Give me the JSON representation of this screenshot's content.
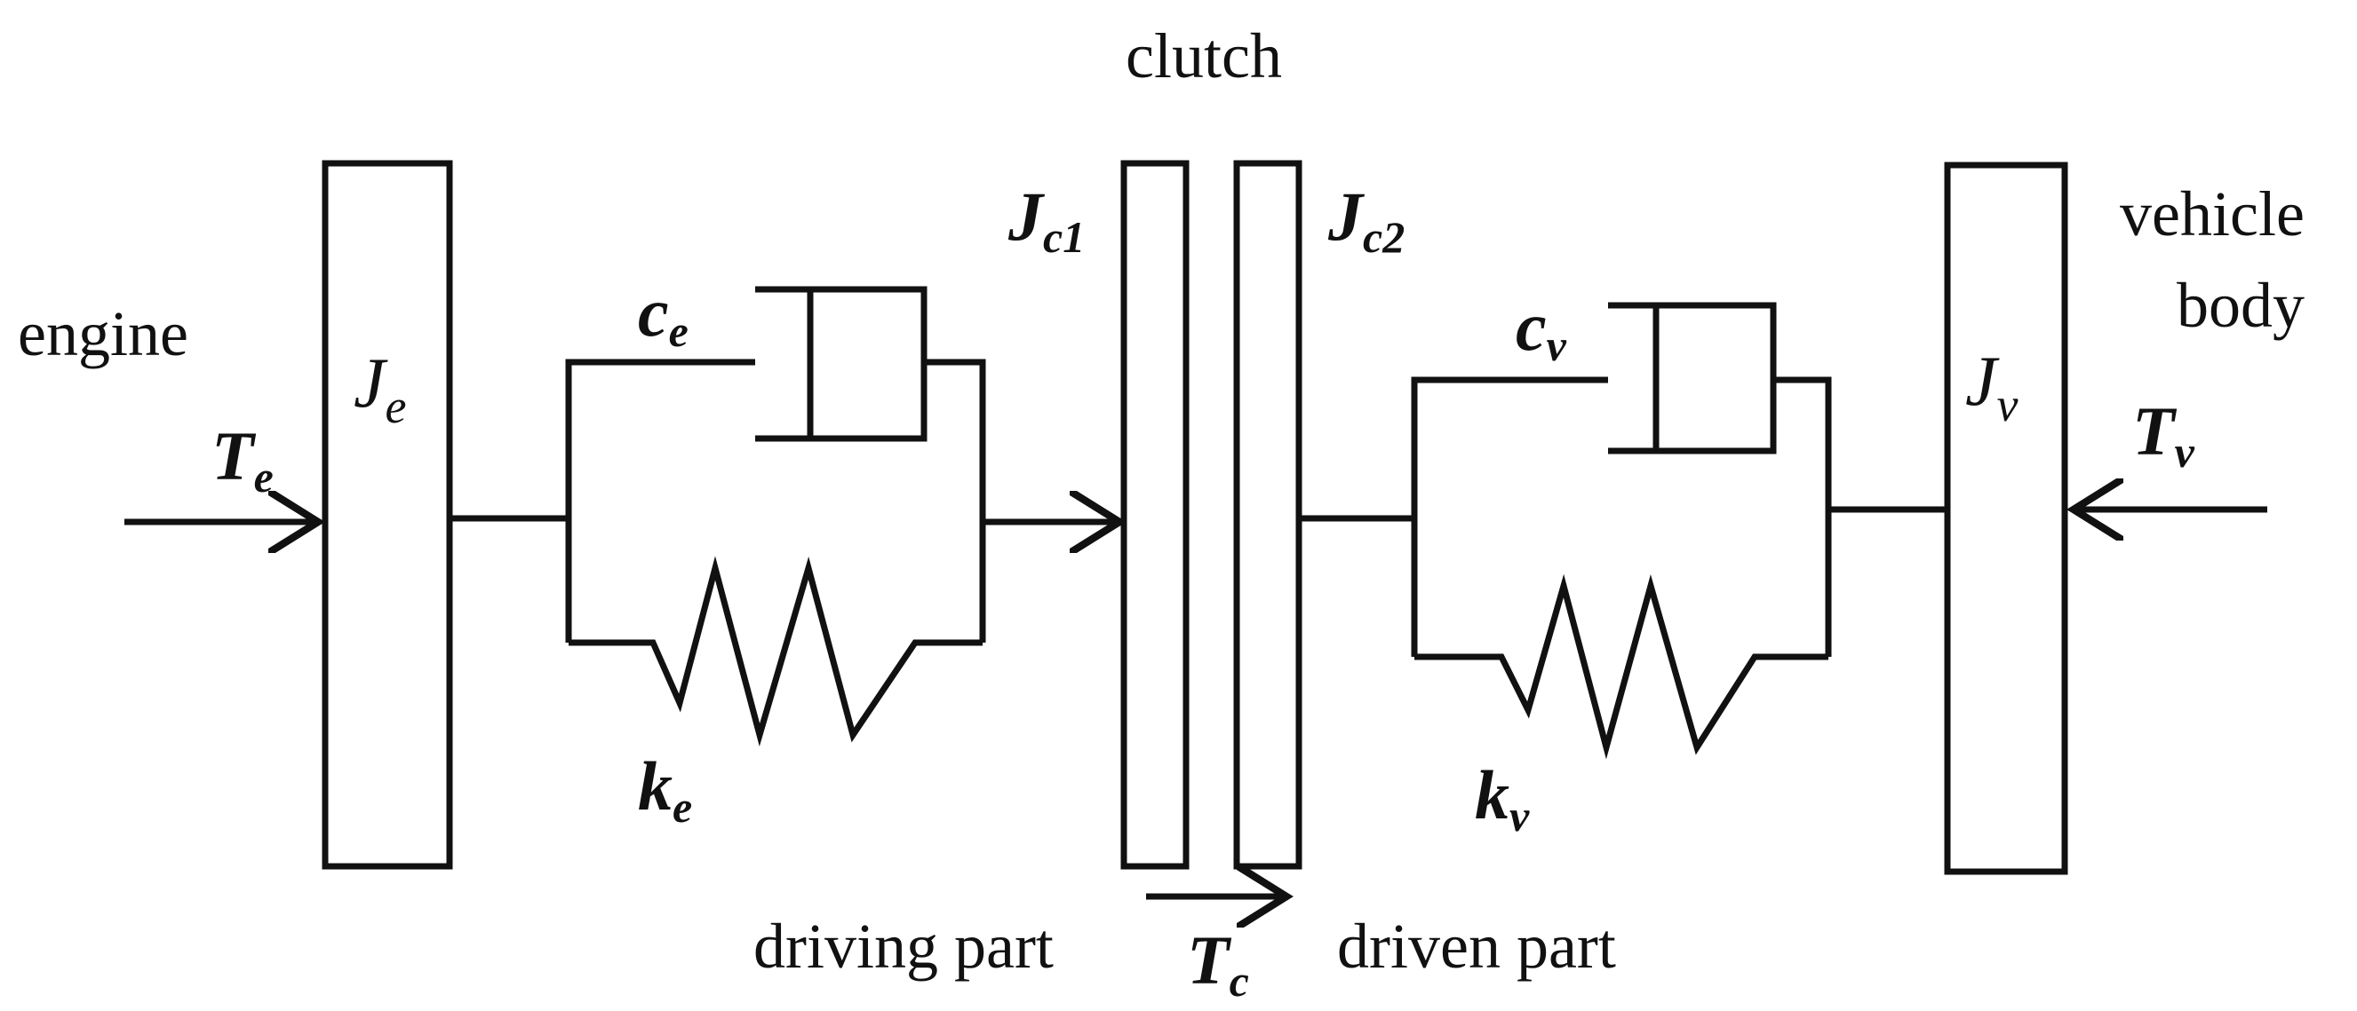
{
  "labels": {
    "clutch": "clutch",
    "engine": "engine",
    "vehicle_line1": "vehicle",
    "vehicle_line2": "body",
    "driving_part": "driving part",
    "driven_part": "driven part"
  },
  "symbols": {
    "Je": {
      "main": "J",
      "sub": "e"
    },
    "Te": {
      "main": "T",
      "sub": "e"
    },
    "ce": {
      "main": "c",
      "sub": "e"
    },
    "ke": {
      "main": "k",
      "sub": "e"
    },
    "Jc1": {
      "main": "J",
      "sub": "c1"
    },
    "Jc2": {
      "main": "J",
      "sub": "c2"
    },
    "cv": {
      "main": "c",
      "sub": "v"
    },
    "kv": {
      "main": "k",
      "sub": "v"
    },
    "Jv": {
      "main": "J",
      "sub": "v"
    },
    "Tv": {
      "main": "T",
      "sub": "v"
    },
    "Tc": {
      "main": "T",
      "sub": "c"
    }
  },
  "colors": {
    "stroke": "#111111",
    "background": "#ffffff"
  }
}
